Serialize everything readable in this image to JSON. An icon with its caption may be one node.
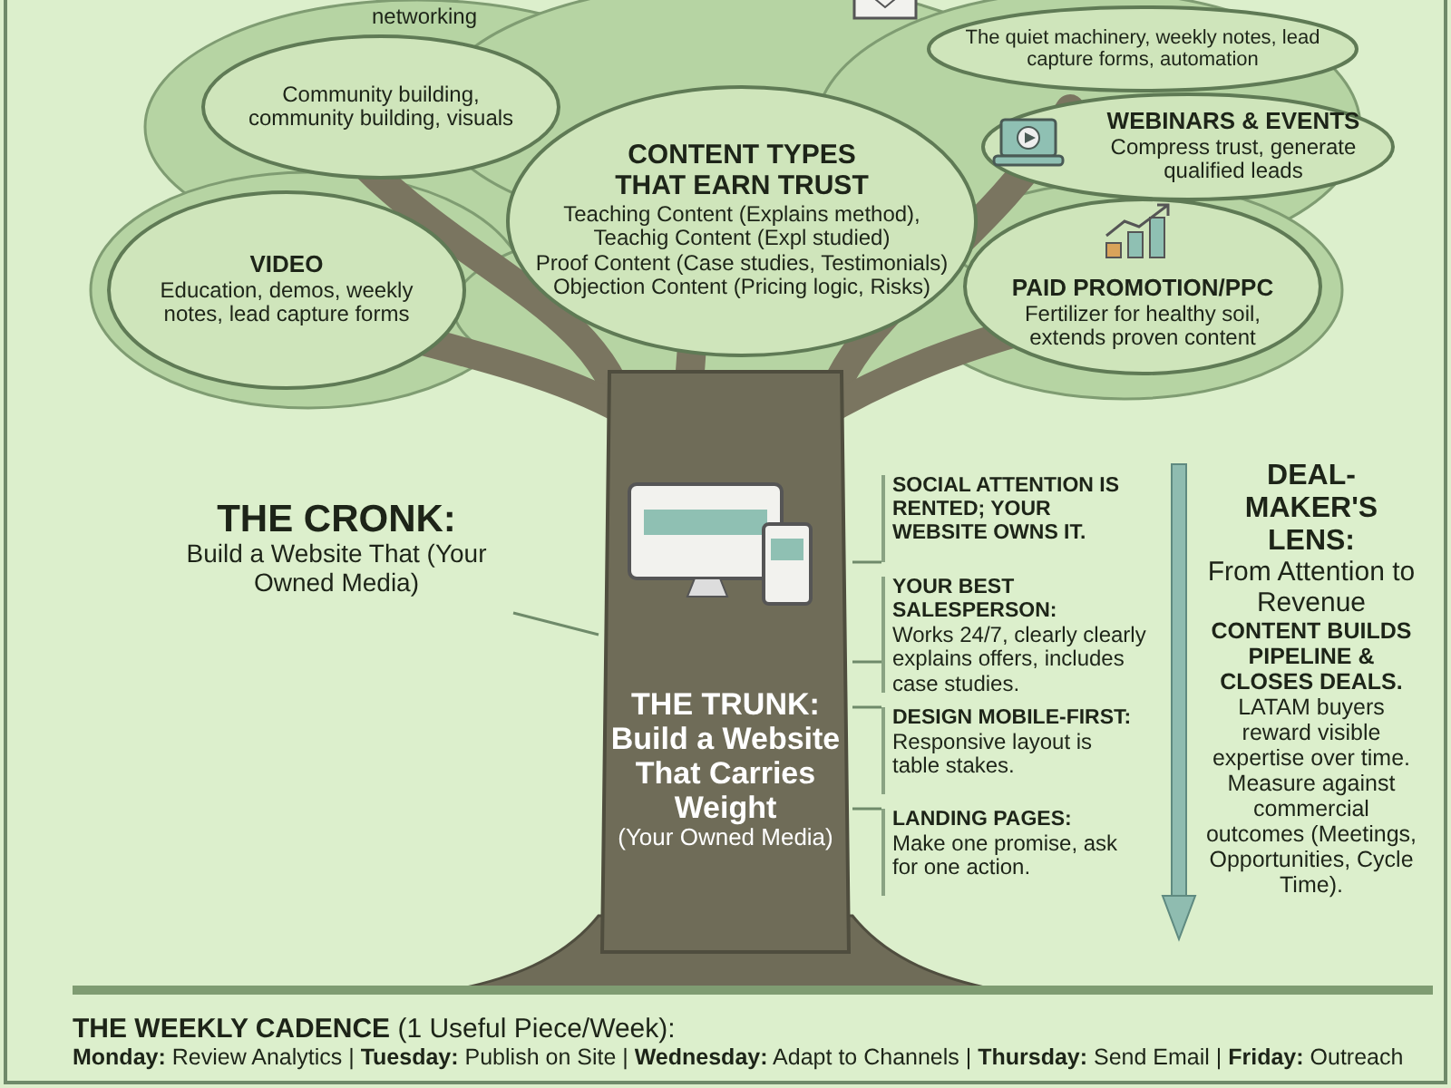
{
  "diagram": {
    "nodes": [
      {
        "text": [
          "Community building, community building, visuals"
        ]
      },
      {
        "text": [
          "CONTENT TYPES THAT EARN TRUST",
          "Teaching Content (Explains method),",
          "Teachig Content (Expl studied)",
          "Proof Content (Case studies, Testimonials)",
          "Objection Content (Pricing logic, Risks)"
        ]
      },
      {
        "text": [
          "The quiet machinery, weekly notes, lead capture forms, automation"
        ]
      },
      {
        "text": [
          "WEBINARS & EVENTS",
          "Compress trust, generate qualified leads"
        ]
      },
      {
        "text": [
          "VIDEO",
          "Education, demos, weekly notes, lead capture forms"
        ]
      },
      {
        "text": [
          "PAID PROMOTION/PPC",
          "Fertilizer for healthy soil, extends proven content"
        ]
      },
      {
        "text": [
          "THE CRONK:",
          "Build a Website That (Your Owned Media)"
        ]
      },
      {
        "text": [
          "THE TRUNK: Build a Website That Carries Weight",
          "(Your Owned Media)"
        ]
      },
      {
        "text": [
          "SOCIAL ATTENTION IS RENTED; YOUR WEBSITE OWNS IT."
        ]
      },
      {
        "text": [
          "YOUR BEST SALESPERSON:",
          "Works 24/7, clearly clearly explains offers, includes case studies."
        ]
      },
      {
        "text": [
          "DESIGN MOBILE-FIRST:",
          "Responsive layout is table stakes."
        ]
      },
      {
        "text": [
          "LANDING PAGES:",
          "Make one promise, ask for one action."
        ]
      },
      {
        "text": [
          "DEAL-MAKER'S LENS:",
          "From Attention to Revenue",
          "**CONTENT BUILDS PIPELINE & CLOSES DEALS.** LATAM buyers reward visible expertise over time. Measure against commercial outcomes (Meetings, Opportunities, Cycle Time)."
        ]
      },
      {
        "text": [
          "**THE WEEKLY CADENCE** (1 Useful Piece/Week):",
          "**Monday:** Review Analytics | **Tuesday:** Publish on Site | **Wednesday:** Adapt to Channels | **Thursday:** Send Email | **Friday:** Outreach"
        ]
      }
    ],
    "edges": [
      {
        "from": 6,
        "to": 7,
        "arrow": "none"
      },
      {
        "from": 7,
        "to": 8,
        "arrow": "none"
      },
      {
        "from": 7,
        "to": 9,
        "arrow": "none"
      },
      {
        "from": 7,
        "to": 10,
        "arrow": "none"
      },
      {
        "from": 7,
        "to": 11,
        "arrow": "none"
      }
    ],
    "labels": [
      "networking"
    ]
  }
}
